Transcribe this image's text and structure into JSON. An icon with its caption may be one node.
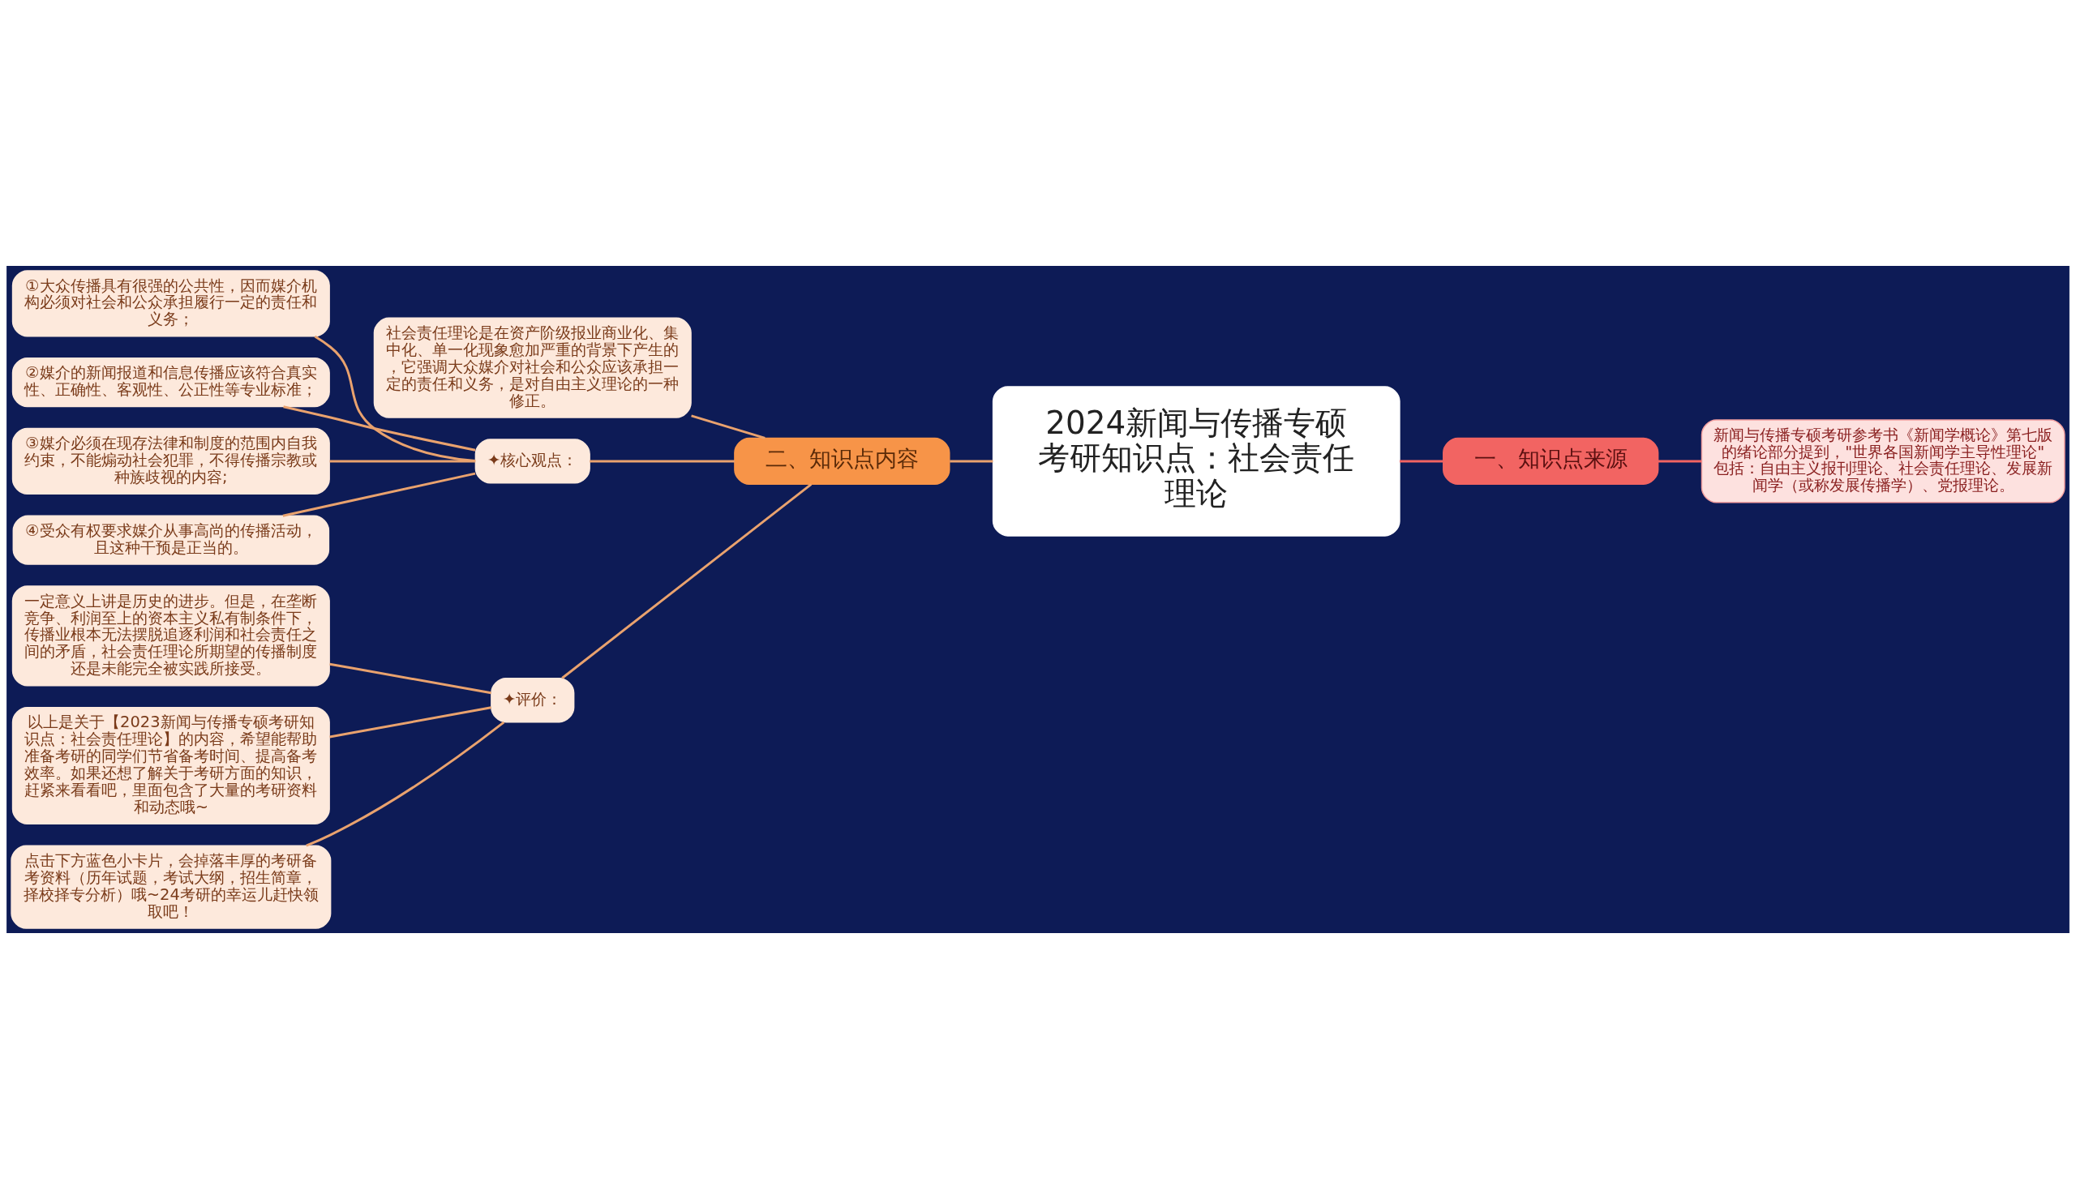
{
  "diagram": {
    "nodes": [
      {
        "text": [
          "2024新闻与传播专硕考研知识点：社会责任理论"
        ]
      },
      {
        "text": [
          "一、知识点来源"
        ]
      },
      {
        "text": [
          "新闻与传播专硕考研参考书《新闻学概论》第七版的绪论部分提到，\"世界各国新闻学主导性理论\"包括：自由主义报刊理论、社会责任理论、发展新闻学（或称发展传播学）、党报理论。"
        ]
      },
      {
        "text": [
          "二、知识点内容"
        ]
      },
      {
        "text": [
          "社会责任理论是在资产阶级报业商业化、集中化、单一化现象愈加严重的背景下产生的，它强调大众媒介对社会和公众应该承担一定的责任和义务，是对自由主义理论的一种修正。"
        ]
      },
      {
        "text": [
          "✦核心观点："
        ]
      },
      {
        "text": [
          "①大众传播具有很强的公共性，因而媒介机构必须对社会和公众承担履行一定的责任和义务；"
        ]
      },
      {
        "text": [
          "②媒介的新闻报道和信息传播应该符合真实性、正确性、客观性、公正性等专业标准；"
        ]
      },
      {
        "text": [
          "③媒介必须在现存法律和制度的范围内自我约束，不能煽动社会犯罪，不得传播宗教或种族歧视的内容;"
        ]
      },
      {
        "text": [
          "④受众有权要求媒介从事高尚的传播活动，且这种干预是正当的。"
        ]
      },
      {
        "text": [
          "✦评价："
        ]
      },
      {
        "text": [
          "一定意义上讲是历史的进步。但是，在垄断竞争、利润至上的资本主义私有制条件下，传播业根本无法摆脱追逐利润和社会责任之间的矛盾，社会责任理论所期望的传播制度还是未能完全被实践所接受。"
        ]
      },
      {
        "text": [
          "以上是关于【2023新闻与传播专硕考研知识点：社会责任理论】的内容，希望能帮助准备考研的同学们节省备考时间、提高备考效率。如果还想了解关于考研方面的知识，赶紧来看看吧，里面包含了大量的考研资料和动态哦~"
        ]
      },
      {
        "text": [
          "点击下方蓝色小卡片，会掉落丰厚的考研备考资料（历年试题，考试大纲，招生简章，择校择专分析）哦~24考研的幸运儿赶快领取吧！"
        ]
      }
    ],
    "edges": [
      {
        "from": 0,
        "to": 1,
        "arrow": "none",
        "color": "#f26462"
      },
      {
        "from": 1,
        "to": 2,
        "arrow": "none",
        "color": "#f26462"
      },
      {
        "from": 0,
        "to": 3,
        "arrow": "none"
      },
      {
        "from": 3,
        "to": 4,
        "arrow": "none"
      },
      {
        "from": 3,
        "to": 5,
        "arrow": "none"
      },
      {
        "from": 5,
        "to": 6,
        "arrow": "none"
      },
      {
        "from": 5,
        "to": 7,
        "arrow": "none"
      },
      {
        "from": 5,
        "to": 8,
        "arrow": "none"
      },
      {
        "from": 5,
        "to": 9,
        "arrow": "none"
      },
      {
        "from": 3,
        "to": 10,
        "arrow": "none"
      },
      {
        "from": 10,
        "to": 11,
        "arrow": "none"
      },
      {
        "from": 10,
        "to": 12,
        "arrow": "none"
      },
      {
        "from": 10,
        "to": 13,
        "arrow": "none"
      }
    ]
  }
}
